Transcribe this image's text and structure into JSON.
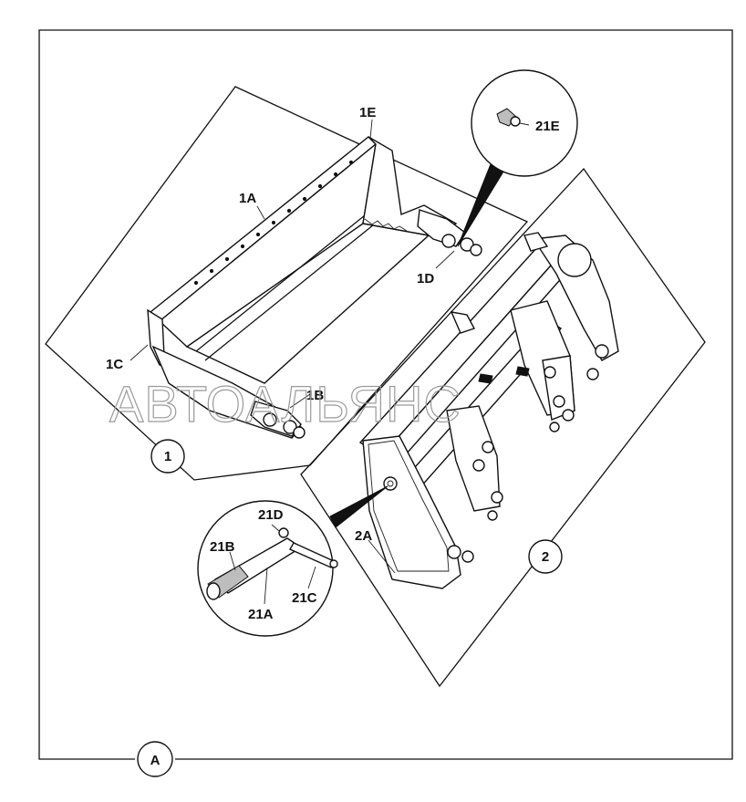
{
  "diagram": {
    "frame_label": "A",
    "group_numbers": [
      "1",
      "2"
    ],
    "watermark": "АВТОАЛЬЯНС",
    "callouts": {
      "c1A": "1A",
      "c1B": "1B",
      "c1C": "1C",
      "c1D": "1D",
      "c1E": "1E",
      "c2A": "2A",
      "c21A": "21A",
      "c21B": "21B",
      "c21C": "21C",
      "c21D": "21D",
      "c21E": "21E"
    }
  }
}
